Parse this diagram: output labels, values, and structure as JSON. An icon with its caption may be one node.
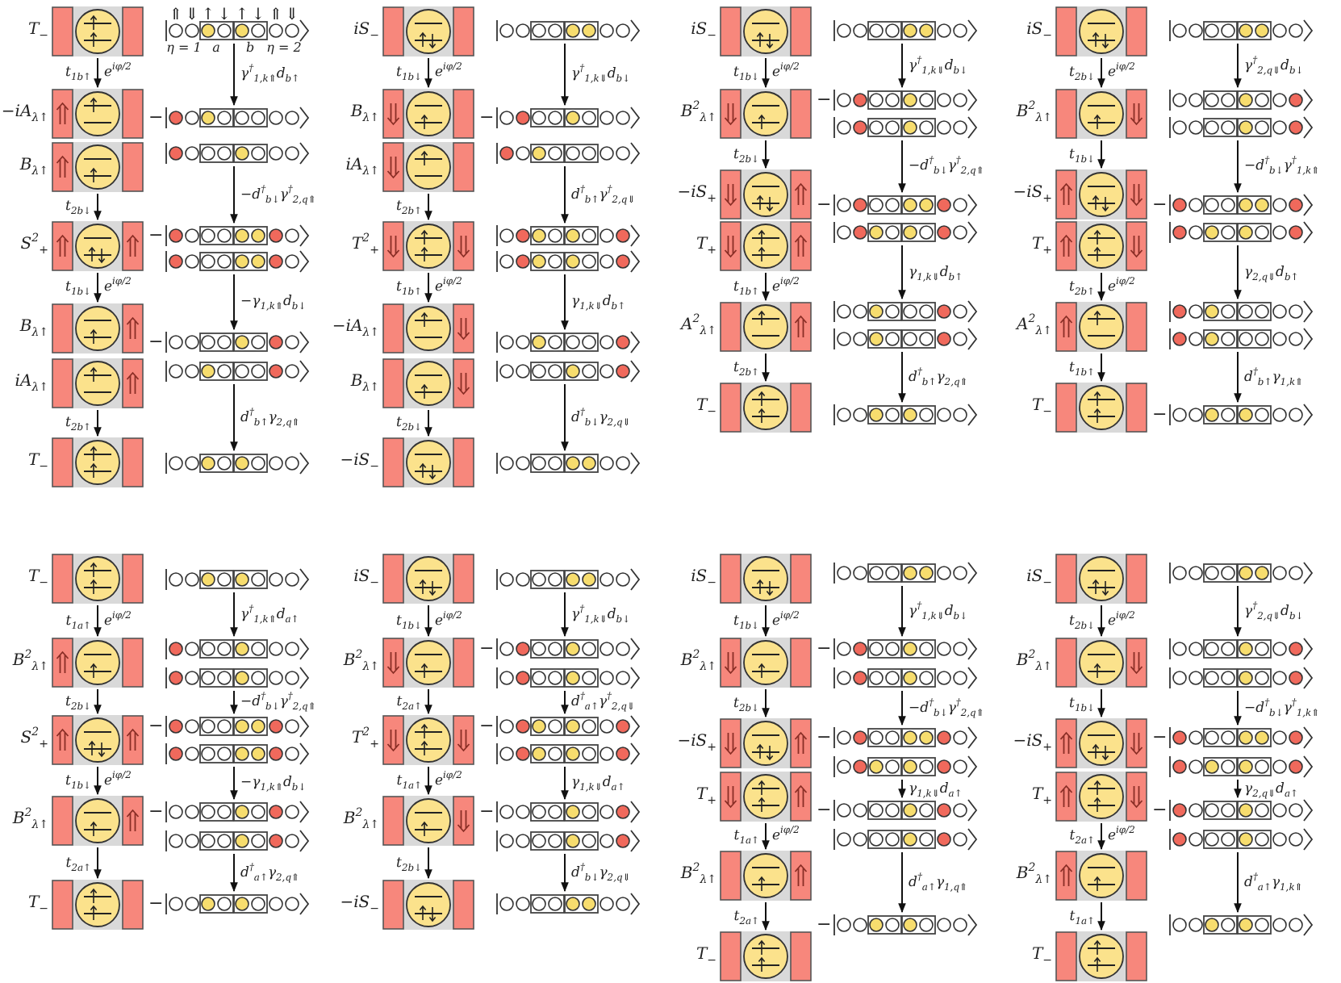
{
  "diagram": {
    "nodes": [
      {
        "text": [
          "T$_{−}$"
        ]
      },
      {
        "text": [
          "−iA$_{λ↑}$"
        ]
      },
      {
        "text": [
          "B$_{λ↑}$"
        ]
      },
      {
        "text": [
          "S$^{2}$$_{+}$"
        ]
      },
      {
        "text": [
          "B$_{λ↑}$"
        ]
      },
      {
        "text": [
          "iA$_{λ↑}$"
        ]
      },
      {
        "text": [
          "T$_{−}$"
        ]
      },
      {
        "text": [],
        "shape": "picture",
        "beside": [
          "⇑",
          "⇓",
          "↑",
          "↓",
          "↑",
          "↓",
          "⇑",
          "⇓",
          "η = 1",
          "a",
          "b",
          "η = 2"
        ]
      },
      {
        "text": [
          "−"
        ]
      },
      {
        "text": [],
        "shape": "picture"
      },
      {
        "text": [
          "−"
        ]
      },
      {
        "text": [],
        "shape": "picture"
      },
      {
        "text": [
          "−"
        ]
      },
      {
        "text": [],
        "shape": "picture"
      },
      {
        "text": [],
        "shape": "picture"
      },
      {
        "text": [
          "iS$_{−}$"
        ]
      },
      {
        "text": [
          "B$_{λ↑}$"
        ]
      },
      {
        "text": [
          "iA$_{λ↑}$"
        ]
      },
      {
        "text": [
          "T$^{2}$$_{+}$"
        ]
      },
      {
        "text": [
          "−iA$_{λ↑}$"
        ]
      },
      {
        "text": [
          "B$_{λ↑}$"
        ]
      },
      {
        "text": [
          "−iS$_{−}$"
        ]
      },
      {
        "text": [],
        "shape": "picture"
      },
      {
        "text": [
          "−"
        ]
      },
      {
        "text": [],
        "shape": "picture"
      },
      {
        "text": [],
        "shape": "picture"
      },
      {
        "text": [],
        "shape": "picture"
      },
      {
        "text": [],
        "shape": "picture"
      },
      {
        "text": [],
        "shape": "picture"
      },
      {
        "text": [],
        "shape": "picture"
      },
      {
        "text": [
          "iS$_{−}$"
        ]
      },
      {
        "text": [
          "B$^{2}$$_{λ↑}$"
        ]
      },
      {
        "text": [
          "−iS$_{+}$"
        ]
      },
      {
        "text": [
          "T$_{+}$"
        ]
      },
      {
        "text": [
          "A$^{2}$$_{λ↑}$"
        ]
      },
      {
        "text": [
          "T$_{−}$"
        ]
      },
      {
        "text": [],
        "shape": "picture"
      },
      {
        "text": [
          "−"
        ]
      },
      {
        "text": [],
        "shape": "picture"
      },
      {
        "text": [
          "−"
        ]
      },
      {
        "text": [],
        "shape": "picture"
      },
      {
        "text": [],
        "shape": "picture"
      },
      {
        "text": [],
        "shape": "picture"
      },
      {
        "text": [],
        "shape": "picture"
      },
      {
        "text": [
          "iS$_{−}$"
        ]
      },
      {
        "text": [
          "B$^{2}$$_{λ↑}$"
        ]
      },
      {
        "text": [
          "−iS$_{+}$"
        ]
      },
      {
        "text": [
          "T$_{+}$"
        ]
      },
      {
        "text": [
          "A$^{2}$$_{λ↑}$"
        ]
      },
      {
        "text": [
          "T$_{−}$"
        ]
      },
      {
        "text": [],
        "shape": "picture"
      },
      {
        "text": [],
        "shape": "picture"
      },
      {
        "text": [],
        "shape": "picture"
      },
      {
        "text": [
          "−"
        ]
      },
      {
        "text": [],
        "shape": "picture"
      },
      {
        "text": [],
        "shape": "picture"
      },
      {
        "text": [],
        "shape": "picture"
      },
      {
        "text": [
          "−"
        ]
      },
      {
        "text": [
          "T$_{−}$"
        ]
      },
      {
        "text": [
          "B$^{2}$$_{λ↑}$"
        ]
      },
      {
        "text": [
          "S$^{2}$$_{+}$"
        ]
      },
      {
        "text": [
          "B$^{2}$$_{λ↑}$"
        ]
      },
      {
        "text": [
          "T$_{−}$"
        ]
      },
      {
        "text": [],
        "shape": "picture"
      },
      {
        "text": [],
        "shape": "picture"
      },
      {
        "text": [],
        "shape": "picture"
      },
      {
        "text": [
          "−"
        ]
      },
      {
        "text": [],
        "shape": "picture"
      },
      {
        "text": [
          "−"
        ]
      },
      {
        "text": [],
        "shape": "picture"
      },
      {
        "text": [
          "−"
        ]
      },
      {
        "text": [
          "iS$_{−}$"
        ]
      },
      {
        "text": [
          "B$^{2}$$_{λ↑}$"
        ]
      },
      {
        "text": [
          "T$^{2}$$_{+}$"
        ]
      },
      {
        "text": [
          "B$^{2}$$_{λ↑}$"
        ]
      },
      {
        "text": [
          "−iS$_{−}$"
        ]
      },
      {
        "text": [],
        "shape": "picture"
      },
      {
        "text": [
          "−"
        ]
      },
      {
        "text": [],
        "shape": "picture"
      },
      {
        "text": [
          "−"
        ]
      },
      {
        "text": [],
        "shape": "picture"
      },
      {
        "text": [
          "−"
        ]
      },
      {
        "text": [],
        "shape": "picture"
      },
      {
        "text": [],
        "shape": "picture"
      },
      {
        "text": [
          "iS$_{−}$"
        ]
      },
      {
        "text": [
          "B$^{2}$$_{λ↑}$"
        ]
      },
      {
        "text": [
          "−iS$_{+}$"
        ]
      },
      {
        "text": [
          "T$_{+}$"
        ]
      },
      {
        "text": [
          "B$^{2}$$_{λ↑}$"
        ]
      },
      {
        "text": [
          "T$_{−}$"
        ]
      },
      {
        "text": [],
        "shape": "picture"
      },
      {
        "text": [
          "−"
        ]
      },
      {
        "text": [],
        "shape": "picture"
      },
      {
        "text": [
          "−"
        ]
      },
      {
        "text": [],
        "shape": "picture"
      },
      {
        "text": [
          "−"
        ]
      },
      {
        "text": [],
        "shape": "picture"
      },
      {
        "text": [
          "−"
        ]
      },
      {
        "text": [
          "iS$_{−}$"
        ]
      },
      {
        "text": [
          "B$^{2}$$_{λ↑}$"
        ]
      },
      {
        "text": [
          "−iS$_{+}$"
        ]
      },
      {
        "text": [
          "T$_{+}$"
        ]
      },
      {
        "text": [
          "B$^{2}$$_{λ↑}$"
        ]
      },
      {
        "text": [
          "T$_{−}$"
        ]
      },
      {
        "text": [],
        "shape": "picture"
      },
      {
        "text": [],
        "shape": "picture"
      },
      {
        "text": [],
        "shape": "picture"
      },
      {
        "text": [
          "−"
        ]
      },
      {
        "text": [],
        "shape": "picture"
      },
      {
        "text": [
          "−"
        ]
      },
      {
        "text": [],
        "shape": "picture"
      },
      {
        "text": [],
        "shape": "picture"
      }
    ],
    "edges": [
      {
        "from": 0,
        "to": 1,
        "arrow": "to",
        "label": "t$_{1b↑}$ e$^{iφ/2}$"
      },
      {
        "from": 2,
        "to": 3,
        "arrow": "to",
        "label": "t$_{2b↓}$"
      },
      {
        "from": 3,
        "to": 4,
        "arrow": "to",
        "label": "t$_{1b↓}$ e$^{iφ/2}$"
      },
      {
        "from": 5,
        "to": 6,
        "arrow": "to",
        "label": "t$_{2b↑}$"
      },
      {
        "from": 7,
        "to": 8,
        "arrow": "to",
        "label": "γ$^{†}$$_{1,k⇑}$d$_{b↑}$"
      },
      {
        "from": 9,
        "to": 10,
        "arrow": "to",
        "label": "−d$^{†}$$_{b↓}$γ$^{†}$$_{2,q⇑}$"
      },
      {
        "from": 11,
        "to": 12,
        "arrow": "to",
        "label": "−γ$_{1,k⇑}$d$_{b↓}$"
      },
      {
        "from": 13,
        "to": 14,
        "arrow": "to",
        "label": "d$^{†}$$_{b↑}$γ$_{2,q⇑}$"
      },
      {
        "from": 15,
        "to": 16,
        "arrow": "to",
        "label": "t$_{1b↓}$ e$^{iφ/2}$"
      },
      {
        "from": 17,
        "to": 18,
        "arrow": "to",
        "label": "t$_{2b↑}$"
      },
      {
        "from": 18,
        "to": 19,
        "arrow": "to",
        "label": "t$_{1b↑}$ e$^{iφ/2}$"
      },
      {
        "from": 20,
        "to": 21,
        "arrow": "to",
        "label": "t$_{2b↓}$"
      },
      {
        "from": 22,
        "to": 23,
        "arrow": "to",
        "label": "γ$^{†}$$_{1,k⇓}$d$_{b↓}$"
      },
      {
        "from": 24,
        "to": 25,
        "arrow": "to",
        "label": "d$^{†}$$_{b↑}$γ$^{†}$$_{2,q⇓}$"
      },
      {
        "from": 26,
        "to": 27,
        "arrow": "to",
        "label": "γ$_{1,k⇓}$d$_{b↑}$"
      },
      {
        "from": 28,
        "to": 29,
        "arrow": "to",
        "label": "d$^{†}$$_{b↓}$γ$_{2,q⇓}$"
      },
      {
        "from": 30,
        "to": 31,
        "arrow": "to",
        "label": "t$_{1b↓}$ e$^{iφ/2}$"
      },
      {
        "from": 31,
        "to": 32,
        "arrow": "to",
        "label": "t$_{2b↓}$"
      },
      {
        "from": 33,
        "to": 34,
        "arrow": "to",
        "label": "t$_{1b↑}$ e$^{iφ/2}$"
      },
      {
        "from": 34,
        "to": 35,
        "arrow": "to",
        "label": "t$_{2b↑}$"
      },
      {
        "from": 36,
        "to": 37,
        "arrow": "to",
        "label": "γ$^{†}$$_{1,k⇓}$d$_{b↓}$"
      },
      {
        "from": 38,
        "to": 39,
        "arrow": "to",
        "label": "−d$^{†}$$_{b↓}$γ$^{†}$$_{2,q⇑}$"
      },
      {
        "from": 40,
        "to": 41,
        "arrow": "to",
        "label": "γ$_{1,k⇓}$d$_{b↑}$"
      },
      {
        "from": 42,
        "to": 43,
        "arrow": "to",
        "label": "d$^{†}$$_{b↑}$γ$_{2,q⇑}$"
      },
      {
        "from": 44,
        "to": 45,
        "arrow": "to",
        "label": "t$_{2b↓}$ e$^{iφ/2}$"
      },
      {
        "from": 45,
        "to": 46,
        "arrow": "to",
        "label": "t$_{1b↓}$"
      },
      {
        "from": 47,
        "to": 48,
        "arrow": "to",
        "label": "t$_{2b↑}$ e$^{iφ/2}$"
      },
      {
        "from": 48,
        "to": 49,
        "arrow": "to",
        "label": "t$_{1b↑}$"
      },
      {
        "from": 50,
        "to": 51,
        "arrow": "to",
        "label": "γ$^{†}$$_{2,q⇓}$d$_{b↓}$"
      },
      {
        "from": 52,
        "to": 53,
        "arrow": "to",
        "label": "−d$^{†}$$_{b↓}$γ$^{†}$$_{1,k⇑}$"
      },
      {
        "from": 54,
        "to": 55,
        "arrow": "to",
        "label": "γ$_{2,q⇓}$d$_{b↑}$"
      },
      {
        "from": 56,
        "to": 57,
        "arrow": "to",
        "label": "d$^{†}$$_{b↑}$γ$_{1,k⇑}$"
      },
      {
        "from": 58,
        "to": 59,
        "arrow": "to",
        "label": "t$_{1a↑}$ e$^{iφ/2}$"
      },
      {
        "from": 59,
        "to": 60,
        "arrow": "to",
        "label": "t$_{2b↓}$"
      },
      {
        "from": 60,
        "to": 61,
        "arrow": "to",
        "label": "t$_{1b↓}$ e$^{iφ/2}$"
      },
      {
        "from": 61,
        "to": 62,
        "arrow": "to",
        "label": "t$_{2a↑}$"
      },
      {
        "from": 63,
        "to": 64,
        "arrow": "to",
        "label": "γ$^{†}$$_{1,k⇑}$d$_{a↑}$"
      },
      {
        "from": 65,
        "to": 66,
        "arrow": "to",
        "label": "−d$^{†}$$_{b↓}$γ$^{†}$$_{2,q⇑}$"
      },
      {
        "from": 67,
        "to": 68,
        "arrow": "to",
        "label": "−γ$_{1,k⇑}$d$_{b↓}$"
      },
      {
        "from": 69,
        "to": 70,
        "arrow": "to",
        "label": "d$^{†}$$_{a↑}$γ$_{2,q⇑}$"
      },
      {
        "from": 71,
        "to": 72,
        "arrow": "to",
        "label": "t$_{1b↓}$ e$^{iφ/2}$"
      },
      {
        "from": 72,
        "to": 73,
        "arrow": "to",
        "label": "t$_{2a↑}$"
      },
      {
        "from": 73,
        "to": 74,
        "arrow": "to",
        "label": "t$_{1a↑}$ e$^{iφ/2}$"
      },
      {
        "from": 74,
        "to": 75,
        "arrow": "to",
        "label": "t$_{2b↓}$"
      },
      {
        "from": 76,
        "to": 77,
        "arrow": "to",
        "label": "γ$^{†}$$_{1,k⇓}$d$_{b↓}$"
      },
      {
        "from": 78,
        "to": 79,
        "arrow": "to",
        "label": "d$^{†}$$_{a↑}$γ$^{†}$$_{2,q⇓}$"
      },
      {
        "from": 80,
        "to": 81,
        "arrow": "to",
        "label": "γ$_{1,k⇓}$d$_{a↑}$"
      },
      {
        "from": 82,
        "to": 83,
        "arrow": "to",
        "label": "d$^{†}$$_{b↓}$γ$_{2,q⇓}$"
      },
      {
        "from": 84,
        "to": 85,
        "arrow": "to",
        "label": "t$_{1b↓}$ e$^{iφ/2}$"
      },
      {
        "from": 85,
        "to": 86,
        "arrow": "to",
        "label": "t$_{2b↓}$"
      },
      {
        "from": 87,
        "to": 88,
        "arrow": "to",
        "label": "t$_{1a↑}$ e$^{iφ/2}$"
      },
      {
        "from": 88,
        "to": 89,
        "arrow": "to",
        "label": "t$_{2a↑}$"
      },
      {
        "from": 90,
        "to": 91,
        "arrow": "to",
        "label": "γ$^{†}$$_{1,k⇓}$d$_{b↓}$"
      },
      {
        "from": 92,
        "to": 93,
        "arrow": "to",
        "label": "−d$^{†}$$_{b↓}$γ$^{†}$$_{2,q⇑}$"
      },
      {
        "from": 94,
        "to": 95,
        "arrow": "to",
        "label": "γ$_{1,k⇓}$d$_{a↑}$"
      },
      {
        "from": 96,
        "to": 97,
        "arrow": "to",
        "label": "d$^{†}$$_{a↑}$γ$_{1,q⇑}$"
      },
      {
        "from": 98,
        "to": 99,
        "arrow": "to",
        "label": "t$_{2b↓}$ e$^{iφ/2}$"
      },
      {
        "from": 99,
        "to": 100,
        "arrow": "to",
        "label": "t$_{1b↓}$"
      },
      {
        "from": 101,
        "to": 102,
        "arrow": "to",
        "label": "t$_{2a↑}$ e$^{iφ/2}$"
      },
      {
        "from": 102,
        "to": 103,
        "arrow": "to",
        "label": "t$_{1a↑}$"
      },
      {
        "from": 104,
        "to": 105,
        "arrow": "to",
        "label": "γ$^{†}$$_{2,q⇓}$d$_{b↓}$"
      },
      {
        "from": 106,
        "to": 107,
        "arrow": "to",
        "label": "−d$^{†}$$_{b↓}$γ$^{†}$$_{1,k⇑}$"
      },
      {
        "from": 108,
        "to": 109,
        "arrow": "to",
        "label": "γ$_{2,q⇓}$d$_{a↑}$"
      },
      {
        "from": 110,
        "to": 111,
        "arrow": "to",
        "label": "d$^{†}$$_{a↑}$γ$_{1,k⇑}$"
      }
    ]
  }
}
